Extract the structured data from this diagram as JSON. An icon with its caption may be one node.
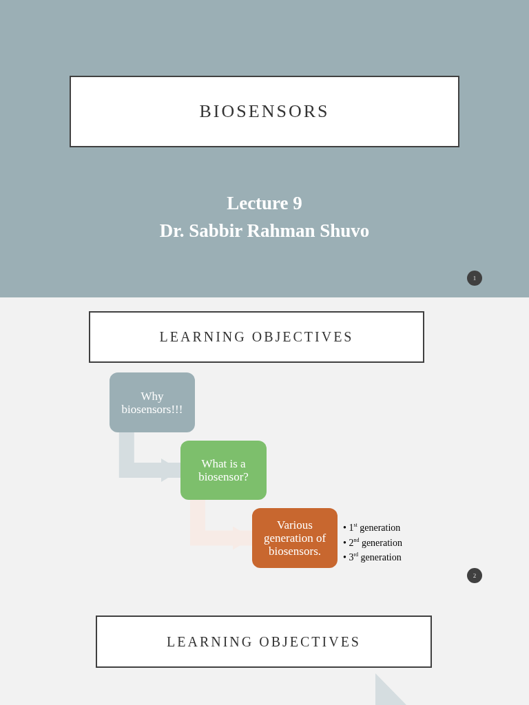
{
  "diagram": {
    "nodes": [
      {
        "text": [
          "BIOSENSORS"
        ]
      },
      {
        "text": [
          "1"
        ]
      },
      {
        "text": [
          "LEARNING OBJECTIVES"
        ]
      },
      {
        "text": [
          "Why biosensors!!!"
        ]
      },
      {
        "text": [
          "What is a biosensor?"
        ]
      },
      {
        "text": [
          "Various generation of biosensors."
        ],
        "beside": [
          "• 1$^{st}$ generation",
          "• 2$^{nd}$ generation",
          "• 3$^{rd}$ generation"
        ]
      },
      {
        "text": [
          "2"
        ]
      },
      {
        "text": [
          "LEARNING OBJECTIVES"
        ]
      }
    ],
    "edges": [
      {
        "from": 3,
        "to": 4,
        "arrow": "to",
        "color": "#d5dde0"
      },
      {
        "from": 4,
        "to": 5,
        "arrow": "to",
        "color": "#f7ebe6"
      }
    ],
    "labels": [
      "Lecture 9",
      "Dr. Sabbir Rahman Shuvo"
    ]
  }
}
